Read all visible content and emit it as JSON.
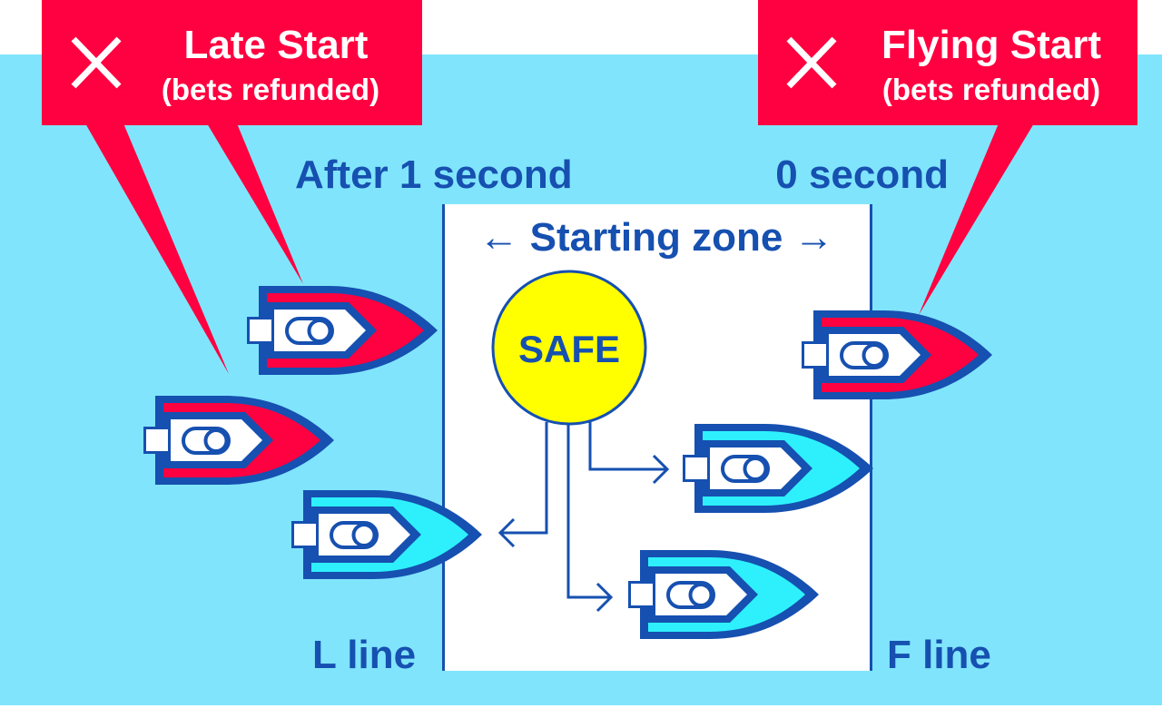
{
  "colors": {
    "water": "#80E5FC",
    "alert_red": "#FF0040",
    "line_blue": "#1650B0",
    "safe_boat": "#2EF0FC",
    "safe_circle": "#FFFF00",
    "zone": "#FFFFFF"
  },
  "callouts": {
    "late": {
      "icon": "cross-icon",
      "title": "Late Start",
      "subtitle": "(bets refunded)"
    },
    "flying": {
      "icon": "cross-icon",
      "title": "Flying Start",
      "subtitle": "(bets refunded)"
    }
  },
  "timing": {
    "left": "After 1 second",
    "right": "0 second"
  },
  "zone": {
    "label": "← Starting zone →"
  },
  "safe": {
    "label": "SAFE"
  },
  "lines": {
    "left": "L line",
    "right": "F line"
  },
  "boats": [
    {
      "id": "late-boat-1",
      "status": "late"
    },
    {
      "id": "late-boat-2",
      "status": "late"
    },
    {
      "id": "safe-boat-1",
      "status": "safe"
    },
    {
      "id": "flying-boat",
      "status": "flying"
    },
    {
      "id": "safe-boat-2",
      "status": "safe"
    },
    {
      "id": "safe-boat-3",
      "status": "safe"
    }
  ]
}
